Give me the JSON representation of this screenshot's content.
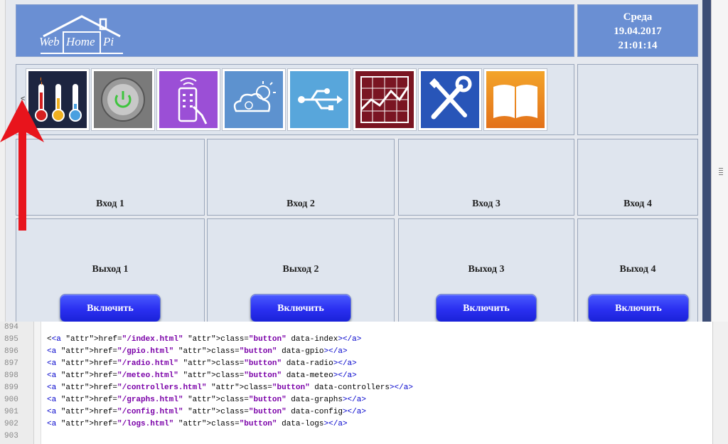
{
  "header": {
    "logo_parts": [
      "Web",
      "Home",
      "Pi"
    ],
    "day": "Среда",
    "date": "19.04.2017",
    "time": "21:01:14"
  },
  "nav": {
    "left_marker": "<",
    "icons": [
      {
        "name": "thermometers-icon",
        "bg": "#1d2540"
      },
      {
        "name": "power-button-icon",
        "bg": "#7a7a7a"
      },
      {
        "name": "remote-control-icon",
        "bg": "#9b4fd6"
      },
      {
        "name": "weather-icon",
        "bg": "#5d92cf"
      },
      {
        "name": "usb-icon",
        "bg": "#58a6db"
      },
      {
        "name": "graph-icon",
        "bg": "#7a1522"
      },
      {
        "name": "tools-icon",
        "bg": "#2855b8"
      },
      {
        "name": "book-icon",
        "bg": "#ee8a1c"
      }
    ]
  },
  "inputs": [
    "Вход 1",
    "Вход 2",
    "Вход 3",
    "Вход 4"
  ],
  "outputs": [
    {
      "label": "Выход 1",
      "button": "Включить"
    },
    {
      "label": "Выход 2",
      "button": "Включить"
    },
    {
      "label": "Выход 3",
      "button": "Включить"
    },
    {
      "label": "Выход 4",
      "button": "Включить"
    }
  ],
  "annotation": {
    "color": "#e8141c"
  },
  "editor": {
    "lines": [
      {
        "num": "894",
        "code": ""
      },
      {
        "num": "895",
        "code": "<<a href=\"/index.html\" class=\"button\" data-index></a>"
      },
      {
        "num": "896",
        "code": "<a href=\"/gpio.html\" class=\"button\" data-gpio></a>"
      },
      {
        "num": "897",
        "code": "<a href=\"/radio.html\" class=\"button\" data-radio></a>"
      },
      {
        "num": "898",
        "code": "<a href=\"/meteo.html\" class=\"button\" data-meteo></a>"
      },
      {
        "num": "899",
        "code": "<a href=\"/controllers.html\" class=\"button\" data-controllers></a>"
      },
      {
        "num": "900",
        "code": "<a href=\"/graphs.html\" class=\"button\" data-graphs></a>"
      },
      {
        "num": "901",
        "code": "<a href=\"/config.html\" class=\"button\" data-config></a>"
      },
      {
        "num": "902",
        "code": "<a href=\"/logs.html\" class=\"button\" data-logs></a>"
      },
      {
        "num": "903",
        "code": ""
      }
    ]
  }
}
